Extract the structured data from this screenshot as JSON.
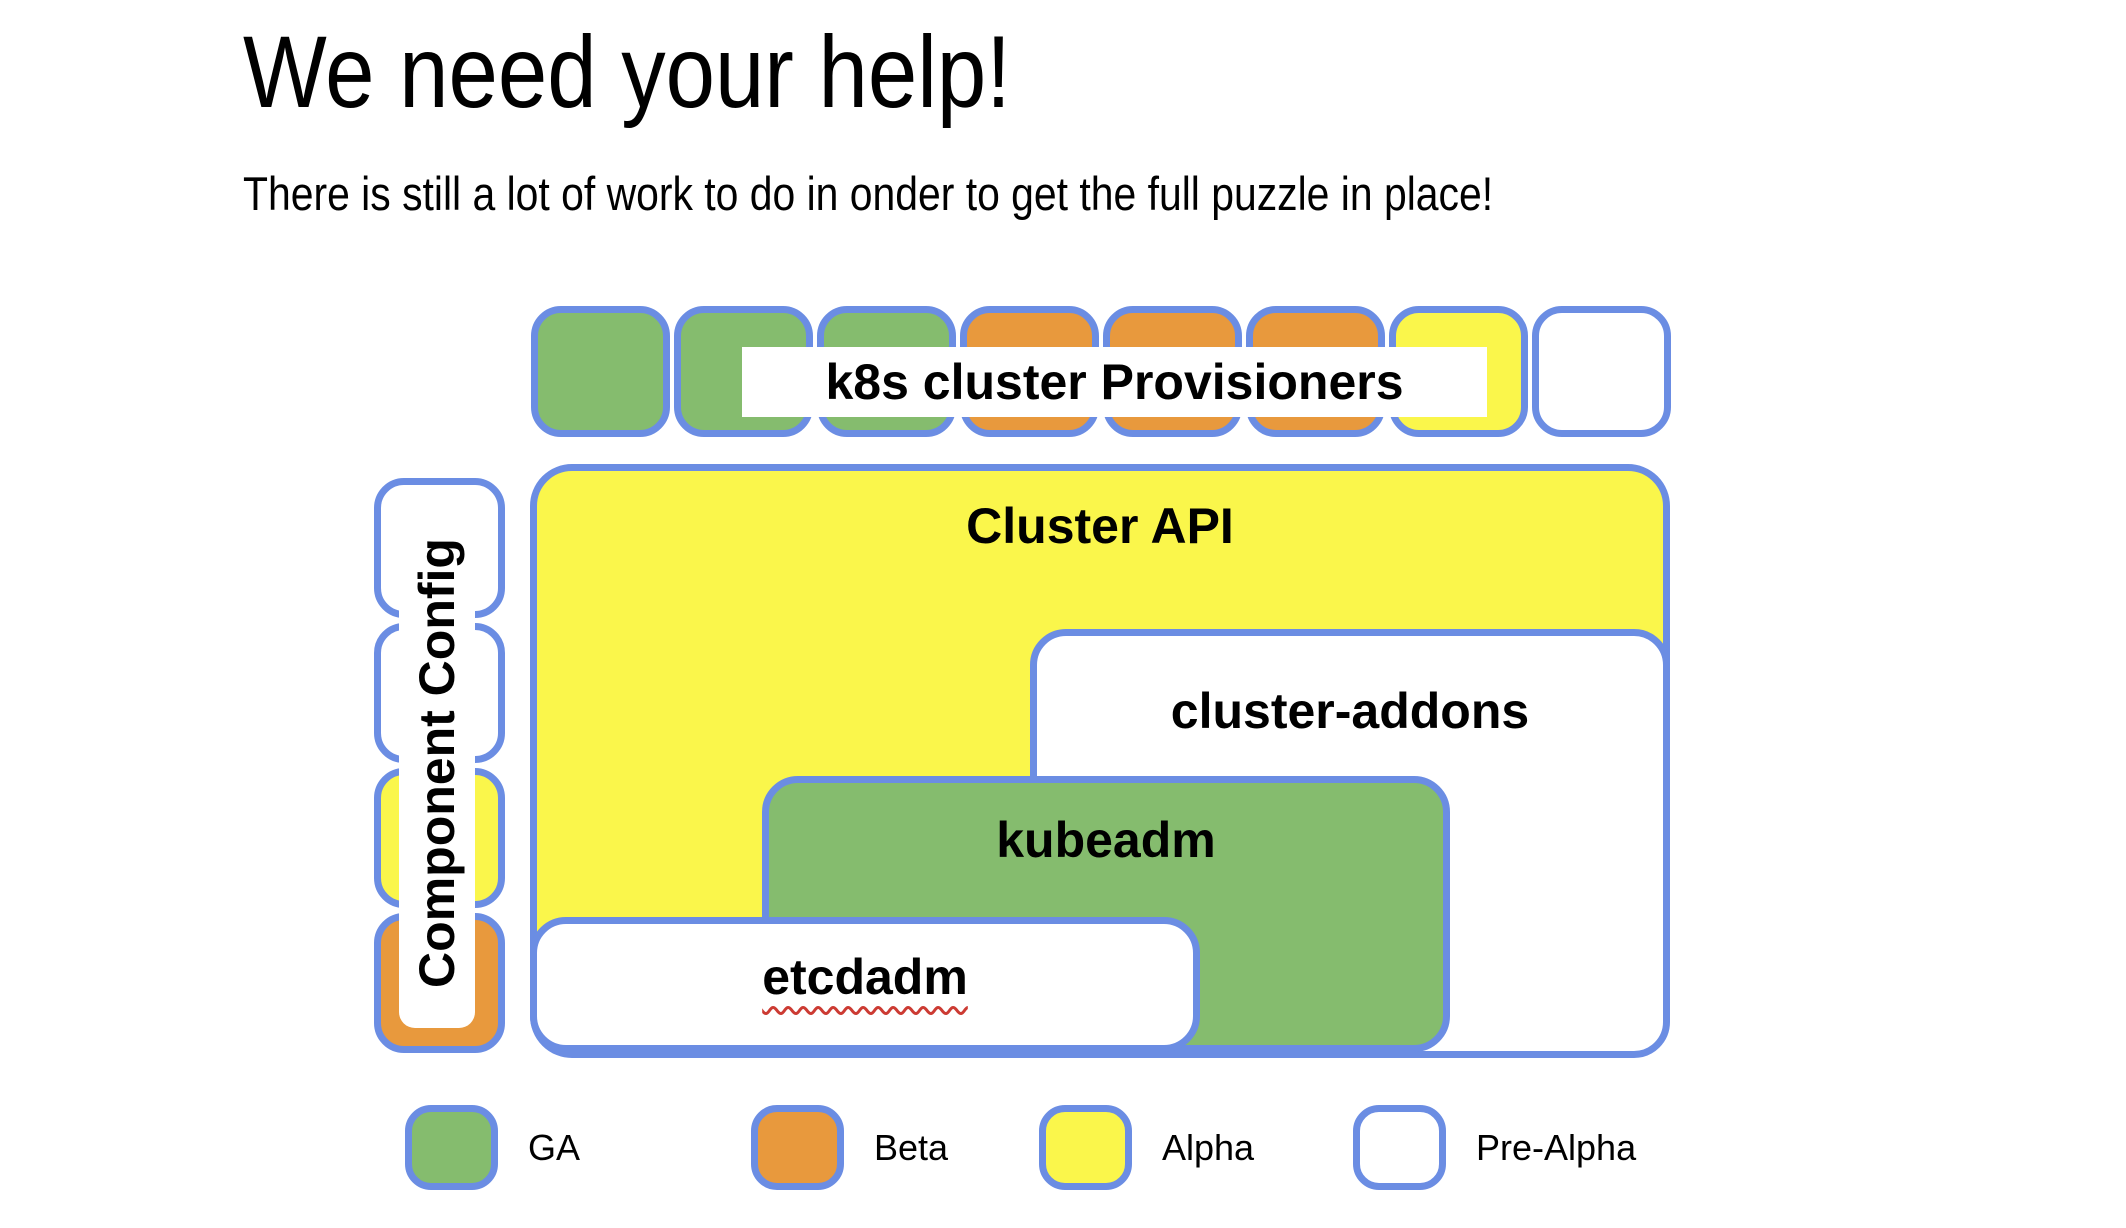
{
  "title": "We need your help!",
  "subtitle": "There is still a lot of work to do in onder to get the full puzzle in place!",
  "colors": {
    "ga": "#85BC6E",
    "beta": "#E8993D",
    "alpha": "#FAF64B",
    "prealpha": "#FFFFFF",
    "border": "#6B8DE3",
    "squiggle": "#CC3B33",
    "text": "#000000"
  },
  "diagram": {
    "provisioners": {
      "label": "k8s cluster Provisioners",
      "squares": [
        "ga",
        "ga",
        "ga",
        "beta",
        "beta",
        "beta",
        "alpha",
        "prealpha"
      ]
    },
    "component_config": {
      "label": "Component Config",
      "segments": [
        "prealpha",
        "prealpha",
        "alpha",
        "beta"
      ]
    },
    "cluster_api": {
      "label": "Cluster API",
      "status": "alpha"
    },
    "cluster_addons": {
      "label": "cluster-addons",
      "status": "prealpha"
    },
    "kubeadm": {
      "label": "kubeadm",
      "status": "ga"
    },
    "etcdadm": {
      "label": "etcdadm",
      "status": "prealpha",
      "spellcheck_underline": true
    }
  },
  "legend": {
    "items": [
      {
        "label": "GA",
        "status": "ga"
      },
      {
        "label": "Beta",
        "status": "beta"
      },
      {
        "label": "Alpha",
        "status": "alpha"
      },
      {
        "label": "Pre-Alpha",
        "status": "prealpha"
      }
    ]
  }
}
